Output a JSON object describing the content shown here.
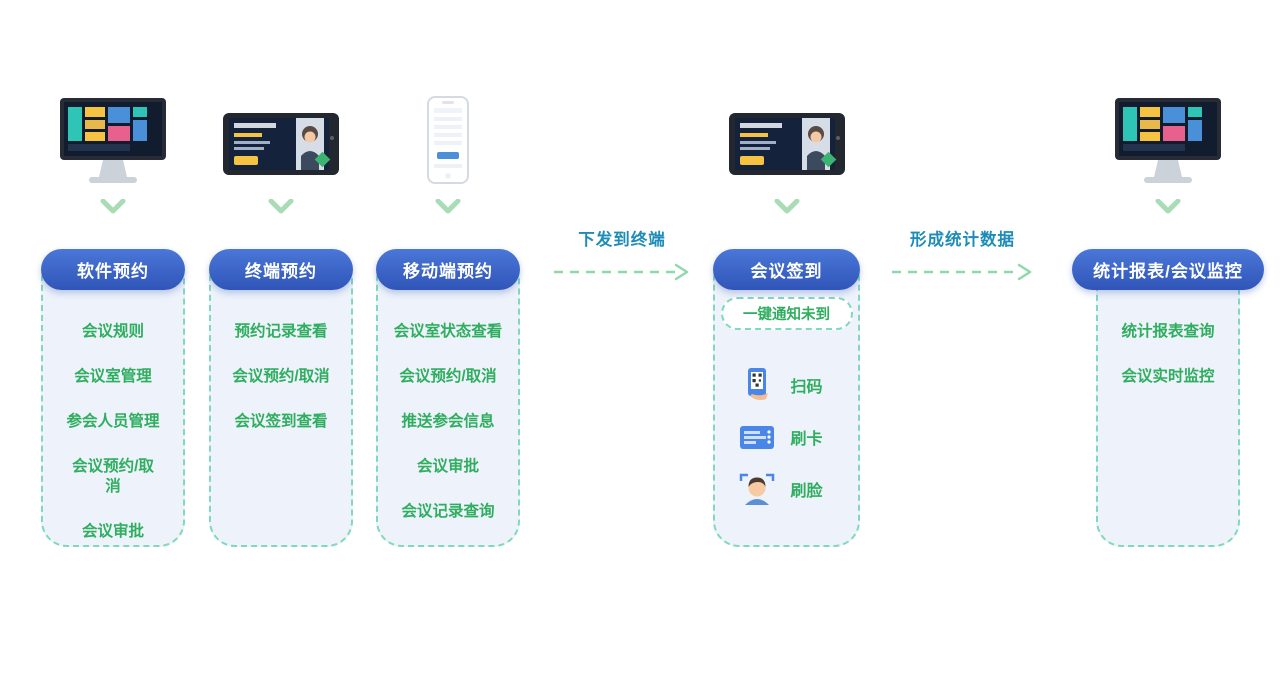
{
  "columns": [
    {
      "title": "软件预约",
      "device": "desktop-monitor",
      "items": [
        "会议规则",
        "会议室管理",
        "参会人员管理",
        "会议预约/取消",
        "会议审批"
      ]
    },
    {
      "title": "终端预约",
      "device": "terminal-tablet",
      "items": [
        "预约记录查看",
        "会议预约/取消",
        "会议签到查看"
      ]
    },
    {
      "title": "移动端预约",
      "device": "mobile-phone",
      "items": [
        "会议室状态查看",
        "会议预约/取消",
        "推送参会信息",
        "会议审批",
        "会议记录查询"
      ]
    },
    {
      "title": "会议签到",
      "device": "terminal-tablet",
      "notice": "一键通知未到",
      "methods": [
        {
          "icon": "qr-scan-icon",
          "label": "扫码"
        },
        {
          "icon": "card-swipe-icon",
          "label": "刷卡"
        },
        {
          "icon": "face-scan-icon",
          "label": "刷脸"
        }
      ]
    },
    {
      "title": "统计报表/会议监控",
      "device": "desktop-monitor",
      "items": [
        "统计报表查询",
        "会议实时监控"
      ]
    }
  ],
  "arrows": [
    {
      "label": "下发到终端"
    },
    {
      "label": "形成统计数据"
    }
  ],
  "colors": {
    "header_blue": "#3a63c8",
    "item_green": "#2fae60",
    "arrow_label_teal": "#1e8cb8",
    "dashed_green": "#7fd9bd",
    "panel_bg": "#eef2fa"
  }
}
